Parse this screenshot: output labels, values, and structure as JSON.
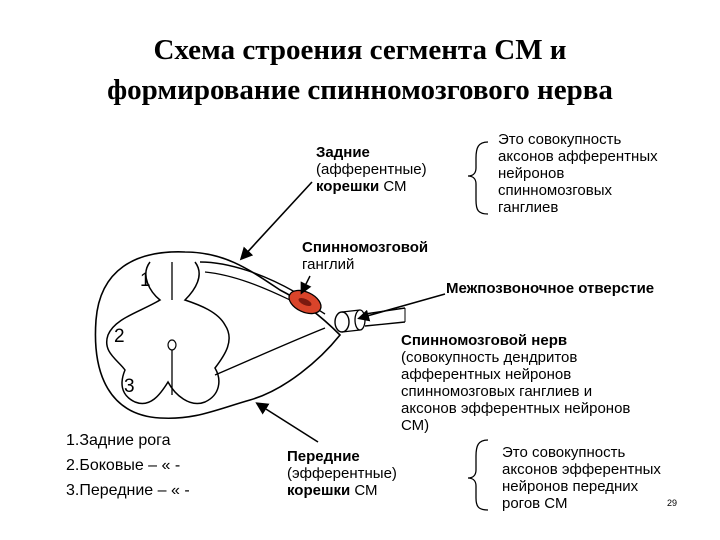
{
  "title": {
    "line1": "Схема строения сегмента СМ и",
    "line2": "формирование спинномозгового нерва"
  },
  "labels": {
    "posterior_roots": {
      "line1_bold": "Задние",
      "line2": "(афферентные)",
      "line3_bold": "корешки",
      "line3_rest": " СМ"
    },
    "posterior_roots_note": [
      "Это совокупность",
      "аксонов афферентных",
      "нейронов",
      "спинномозговых",
      "ганглиев"
    ],
    "ganglion": {
      "line1_bold": "Спинномозговой",
      "line2": "ганглий"
    },
    "foramen": "Межпозвоночное отверстие",
    "spinal_nerve": {
      "title_bold": "Спинномозговой нерв",
      "lines": [
        "(совокупность дендритов",
        "афферентных нейронов",
        "спинномозговых ганглиев и",
        "аксонов эфферентных нейронов",
        "СМ)"
      ]
    },
    "anterior_roots": {
      "line1_bold": "Передние",
      "line2": "(эфферентные)",
      "line3_bold": "корешки",
      "line3_rest": " СМ"
    },
    "anterior_roots_note": [
      "Это совокупность",
      "аксонов эфферентных",
      "нейронов передних",
      "рогов СМ"
    ]
  },
  "diagram_numbers": [
    "1",
    "2",
    "3"
  ],
  "legend": [
    "1.Задние рога",
    "2.Боковые – « -",
    "3.Передние – « -"
  ],
  "slide_number": "29",
  "colors": {
    "ganglion_fill": "#d9442a",
    "line": "#000000"
  }
}
